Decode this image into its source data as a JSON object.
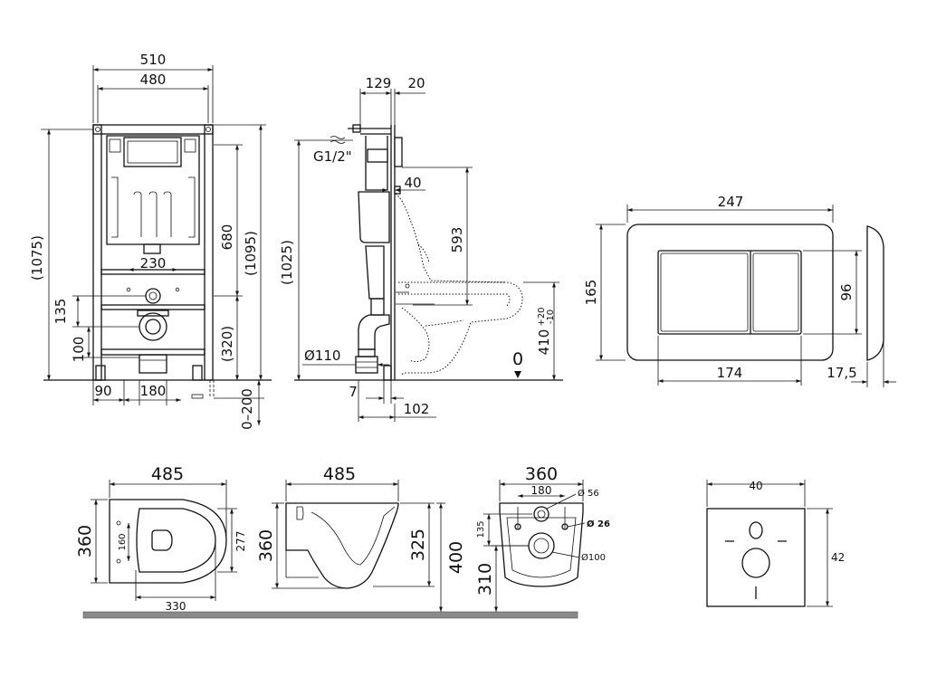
{
  "frame_front": {
    "dim_top_outer": "510",
    "dim_top_inner": "480",
    "dim_left_total": "(1075)",
    "dim_height_680": "680",
    "dim_height_1095": "(1095)",
    "dim_230": "230",
    "dim_135": "135",
    "dim_100": "100",
    "dim_320": "(320)",
    "dim_90": "90",
    "dim_180": "180",
    "dim_adjust": "0–200"
  },
  "frame_side": {
    "dim_129": "129",
    "dim_20": "20",
    "pipe_label": "G1/2\"",
    "dim_1025": "(1025)",
    "dim_40": "40",
    "dim_593": "593",
    "dim_110": "Ø110",
    "dim_7": "7",
    "dim_102": "102",
    "floor_zero": "0",
    "dim_410": "410",
    "tol_plus": "+20",
    "tol_minus": "-10"
  },
  "flush_plate": {
    "dim_width": "247",
    "dim_height": "165",
    "dim_button_height": "96",
    "dim_button_width": "174",
    "dim_depth": "17,5"
  },
  "toilet_top": {
    "dim_length": "485",
    "dim_width": "360",
    "dim_inner": "277",
    "dim_mount": "160",
    "dim_330": "330"
  },
  "toilet_side": {
    "dim_length": "485",
    "dim_height": "360",
    "dim_325": "325",
    "dim_400": "400"
  },
  "toilet_back": {
    "dim_width": "360",
    "dim_180": "180",
    "dim_56": "Ø 56",
    "dim_135": "135",
    "dim_26": "Ø 26",
    "dim_100": "Ø100",
    "dim_310": "310"
  },
  "soundpad": {
    "dim_width": "40",
    "dim_height": "42"
  }
}
